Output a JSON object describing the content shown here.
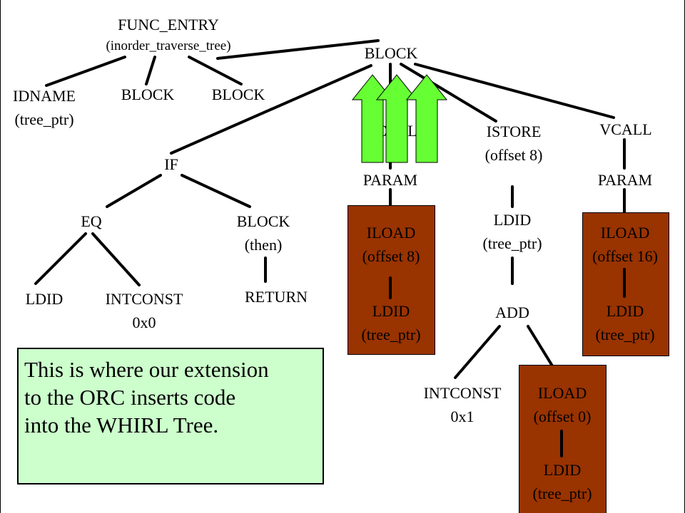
{
  "nodes": {
    "func_entry": {
      "label": "FUNC_ENTRY",
      "sub": "(inorder_traverse_tree)"
    },
    "idname": {
      "label": "IDNAME",
      "sub": "(tree_ptr)"
    },
    "block_a": {
      "label": "BLOCK"
    },
    "block_b": {
      "label": "BLOCK"
    },
    "block_main": {
      "label": "BLOCK"
    },
    "if": {
      "label": "IF"
    },
    "eq": {
      "label": "EQ"
    },
    "block_then": {
      "label": "BLOCK",
      "sub": "(then)"
    },
    "ldid_eq": {
      "label": "LDID"
    },
    "intconst_0": {
      "label": "INTCONST",
      "sub": "0x0"
    },
    "return": {
      "label": "RETURN"
    },
    "vcall_left": {
      "label": "VCALL"
    },
    "param_left": {
      "label": "PARAM"
    },
    "iload_8": {
      "label": "ILOAD",
      "sub": "(offset 8)"
    },
    "ldid_iload8": {
      "label": "LDID",
      "sub": "(tree_ptr)"
    },
    "istore": {
      "label": "ISTORE",
      "sub": "(offset 8)"
    },
    "ldid_istore": {
      "label": "LDID",
      "sub": "(tree_ptr)"
    },
    "add": {
      "label": "ADD"
    },
    "intconst_1": {
      "label": "INTCONST",
      "sub": "0x1"
    },
    "iload_0": {
      "label": "ILOAD",
      "sub": "(offset 0)"
    },
    "ldid_iload0": {
      "label": "LDID",
      "sub": "(tree_ptr)"
    },
    "vcall_right": {
      "label": "VCALL"
    },
    "param_right": {
      "label": "PARAM"
    },
    "iload_16": {
      "label": "ILOAD",
      "sub": "(offset 16)"
    },
    "ldid_iload16": {
      "label": "LDID",
      "sub": "(tree_ptr)"
    }
  },
  "callout": {
    "lines": [
      "This is where our extension",
      "to the ORC inserts code",
      "into the WHIRL Tree."
    ]
  },
  "colors": {
    "highlight_box": "#993300",
    "arrow_fill": "#66ff33",
    "callout_bg": "#ccffcc"
  }
}
